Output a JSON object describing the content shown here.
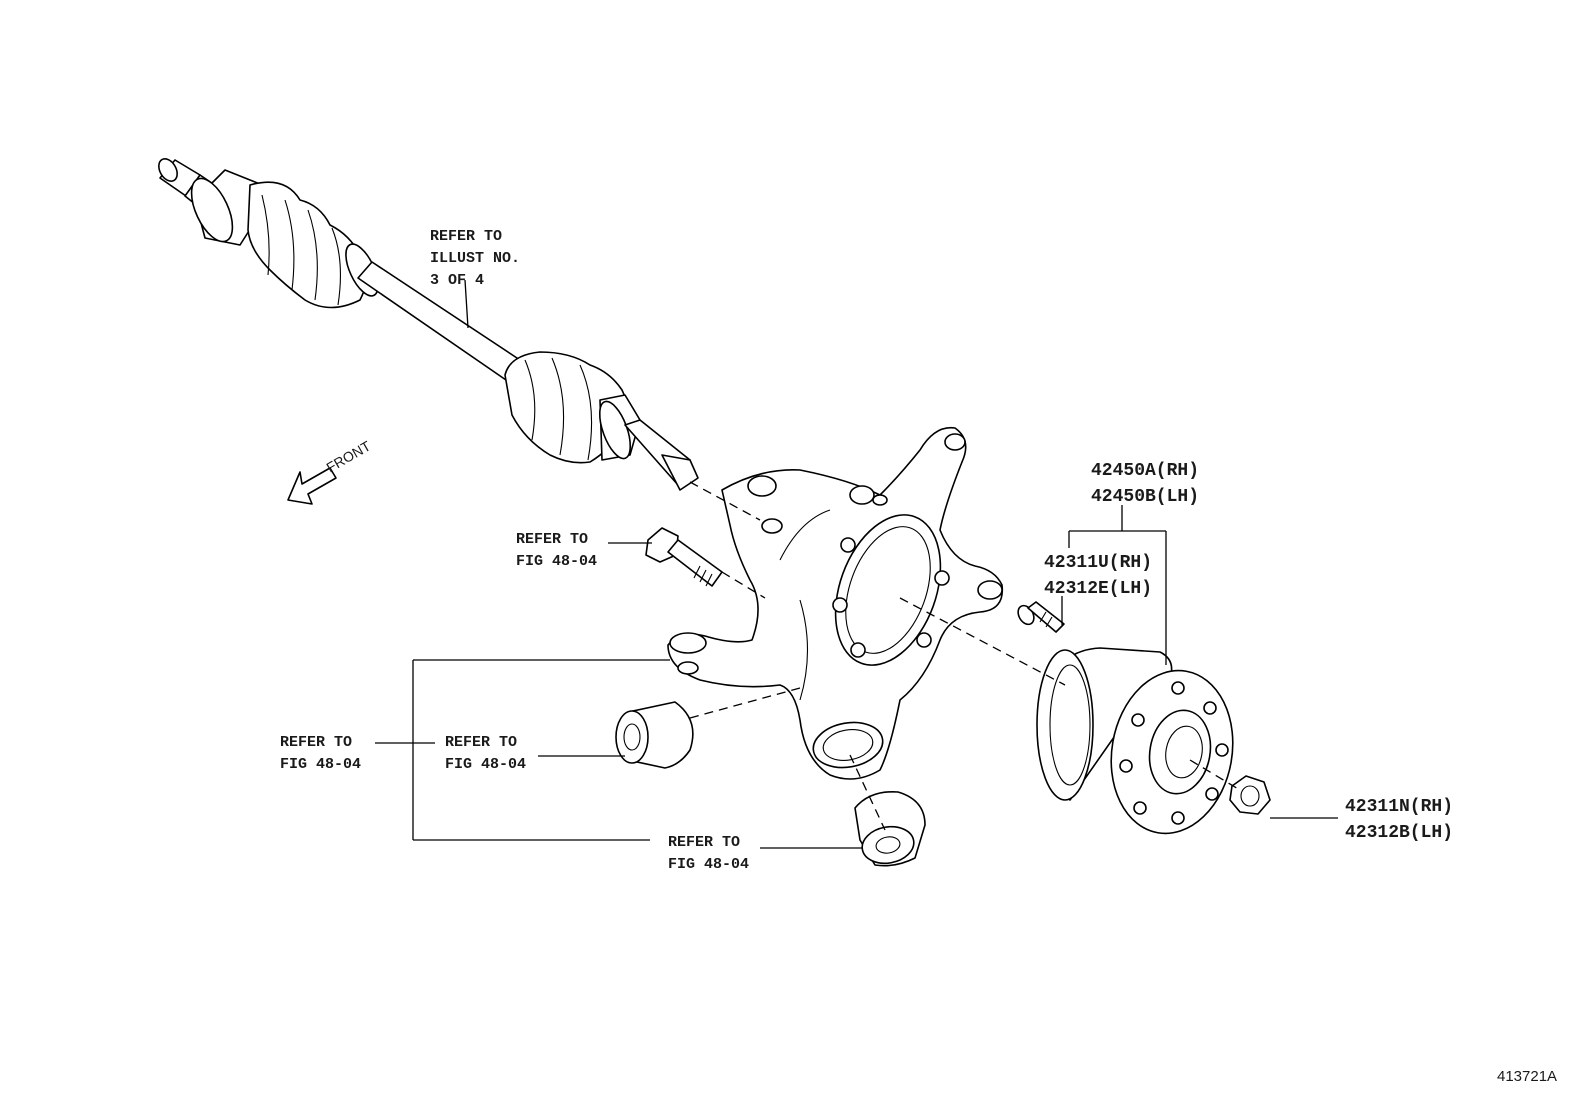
{
  "refer_illust": [
    "REFER TO",
    "ILLUST NO.",
    "3 OF 4"
  ],
  "refer_bolt": [
    "REFER TO",
    "FIG 48-04"
  ],
  "refer_left_outer": [
    "REFER TO",
    "FIG 48-04"
  ],
  "refer_left_inner": [
    "REFER TO",
    "FIG 48-04"
  ],
  "refer_bottom": [
    "REFER TO",
    "FIG 48-04"
  ],
  "front_label": "FRONT",
  "hub_assembly": [
    "42450A(RH)",
    "42450B(LH)"
  ],
  "hub_bolt": [
    "42311U(RH)",
    "42312E(LH)"
  ],
  "hub_nut": [
    "42311N(RH)",
    "42312B(LH)"
  ],
  "illustration_code": "413721A"
}
